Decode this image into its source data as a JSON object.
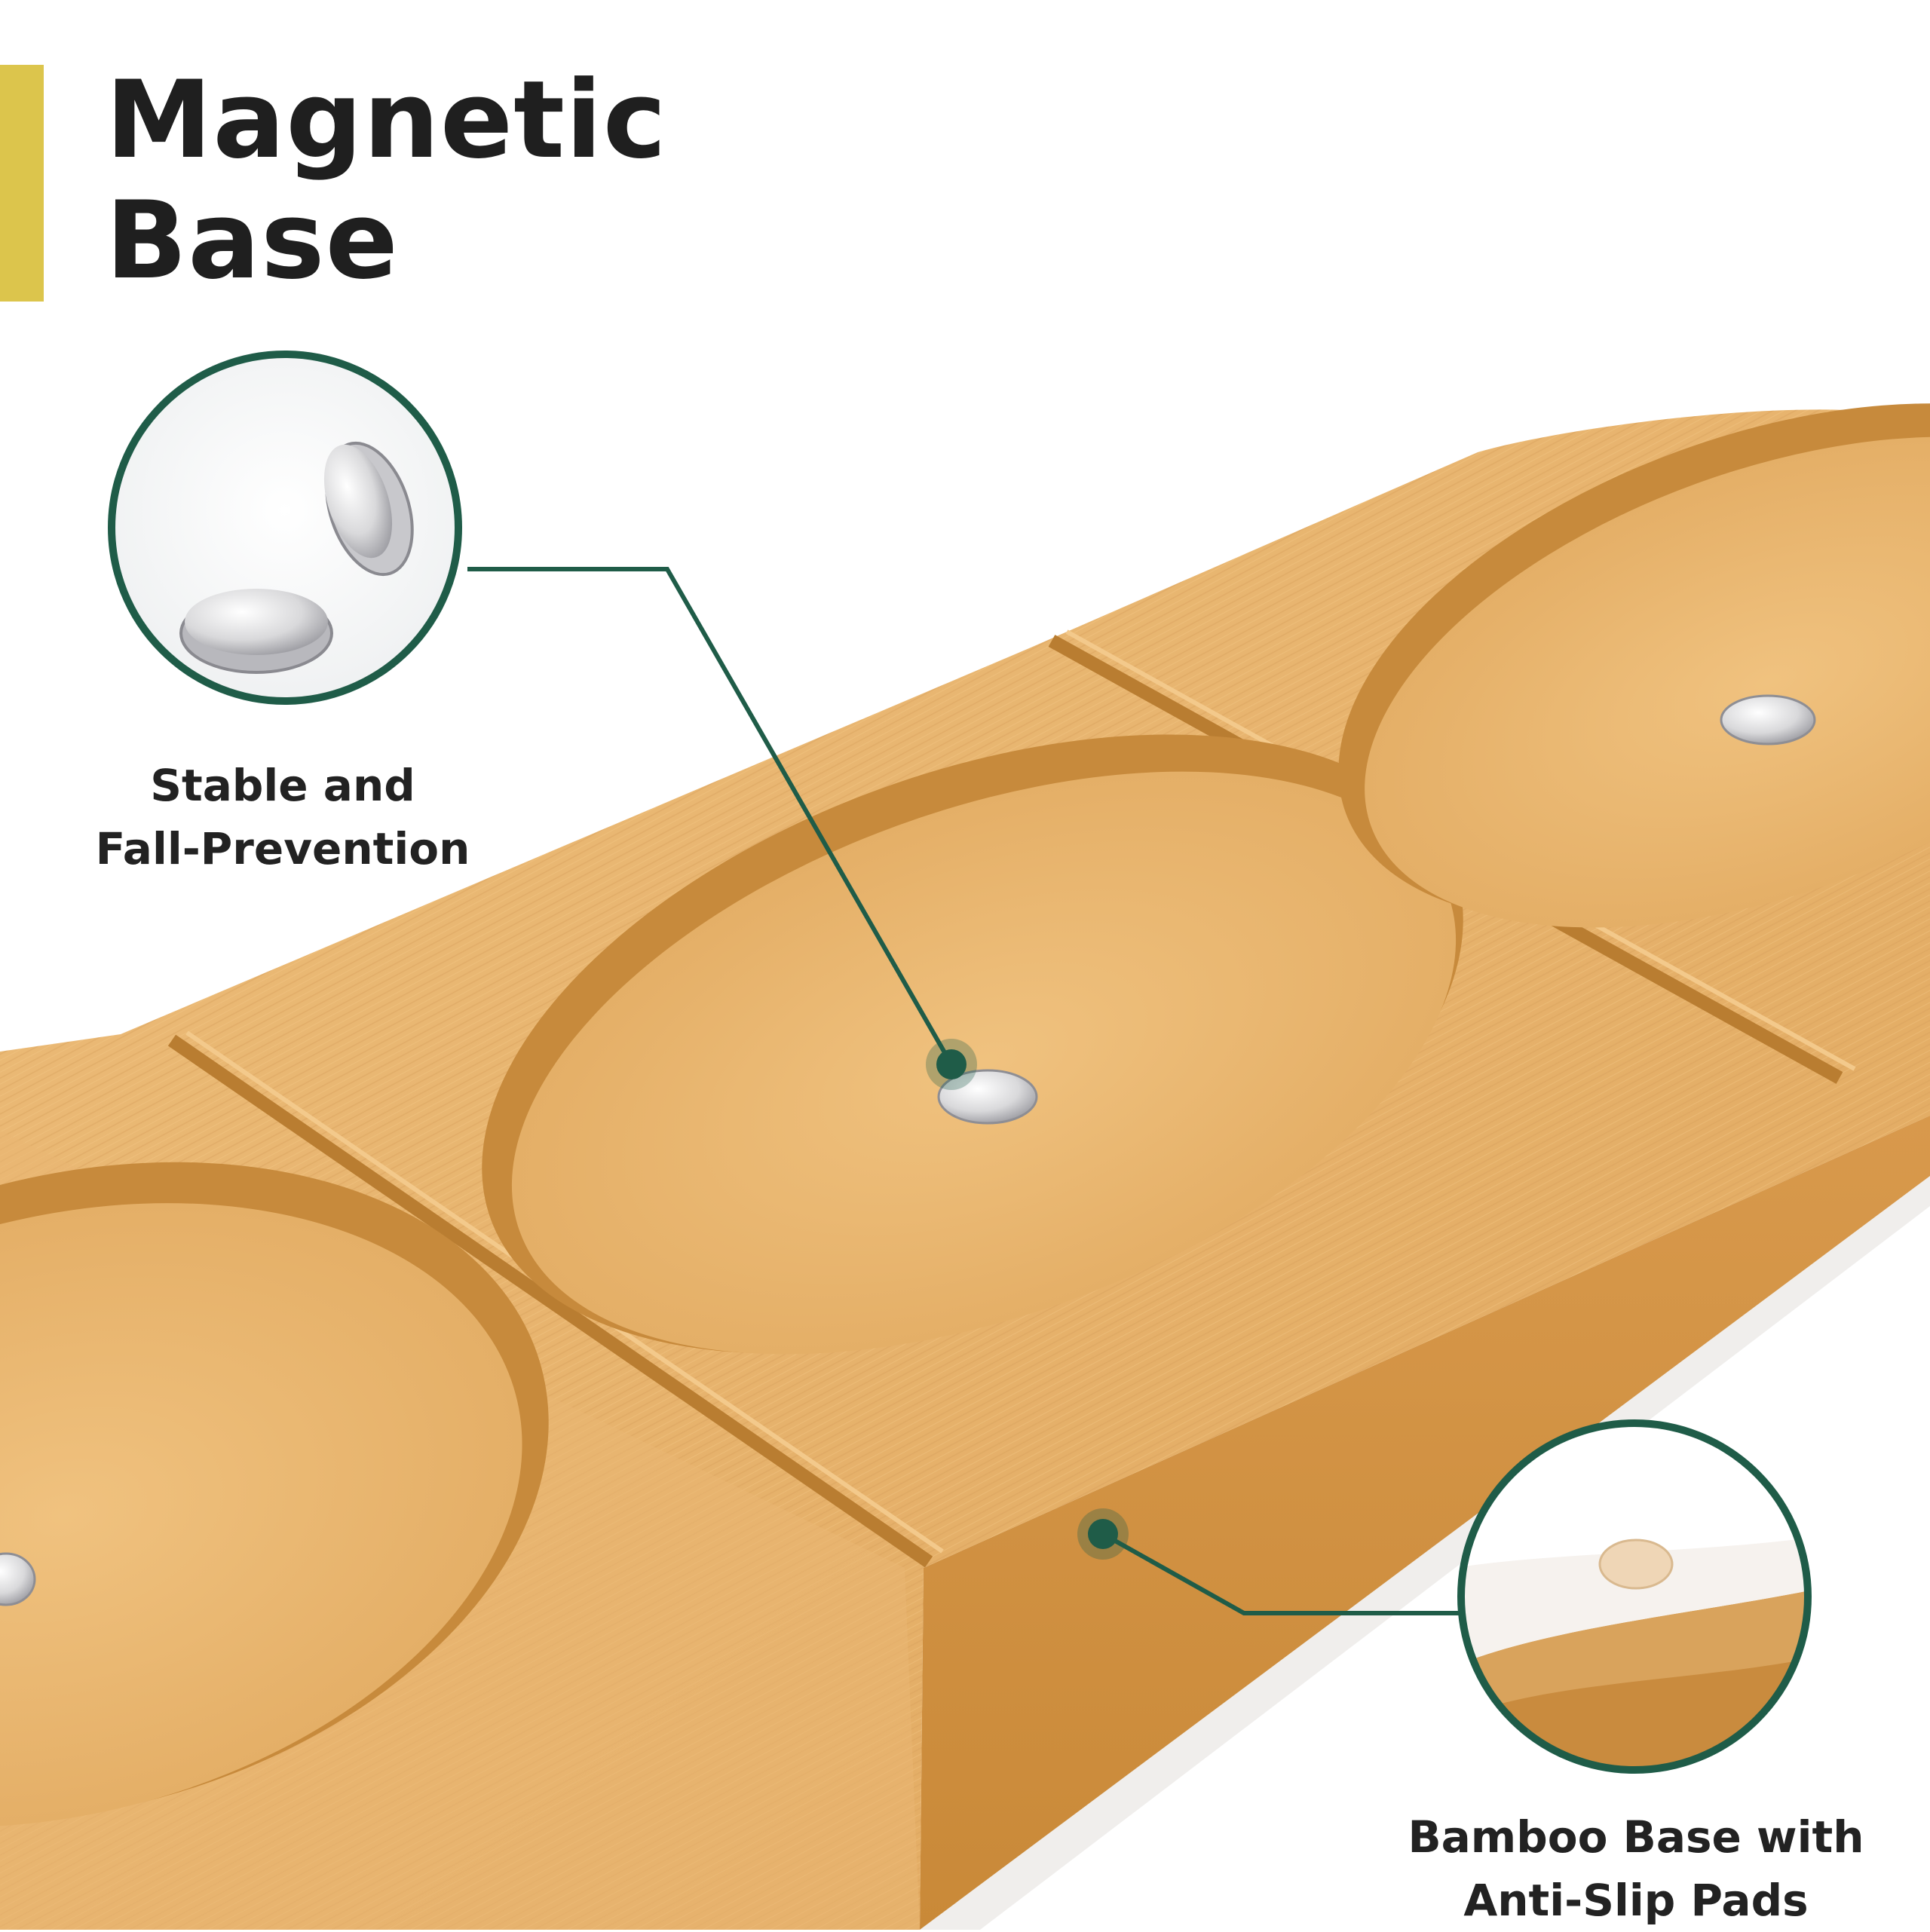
{
  "header": {
    "title_line1": "Magnetic",
    "title_line2": "Base"
  },
  "callouts": {
    "magnets": {
      "line1": "Stable and",
      "line2": "Fall-Prevention"
    },
    "pads": {
      "line1": "Bamboo Base with",
      "line2": "Anti-Slip Pads"
    }
  },
  "colors": {
    "accent": "#dcc54c",
    "callout_ring": "#1f5c48",
    "bamboo": "#e7b36d",
    "text": "#1f1f1f"
  }
}
